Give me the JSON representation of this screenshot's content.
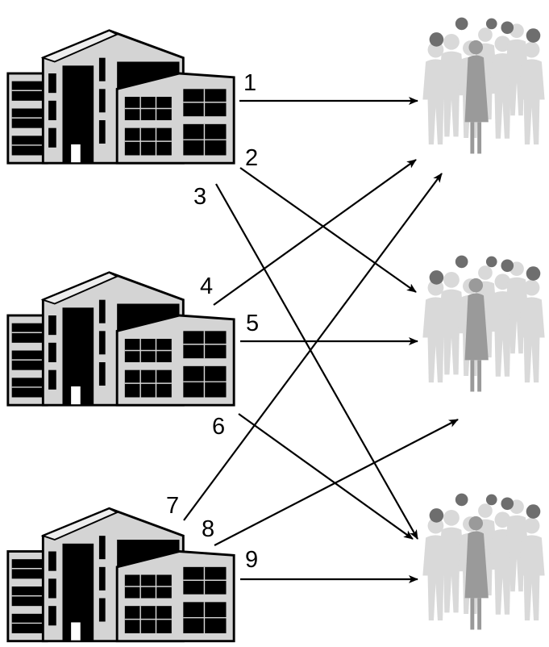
{
  "diagram": {
    "sources": [
      {
        "id": "factory-1",
        "icon": "factory-building-icon"
      },
      {
        "id": "factory-2",
        "icon": "factory-building-icon"
      },
      {
        "id": "factory-3",
        "icon": "factory-building-icon"
      }
    ],
    "destinations": [
      {
        "id": "crowd-1",
        "icon": "people-crowd-icon"
      },
      {
        "id": "crowd-2",
        "icon": "people-crowd-icon"
      },
      {
        "id": "crowd-3",
        "icon": "people-crowd-icon"
      }
    ],
    "edges": [
      {
        "label": "1",
        "from": "factory-1",
        "to": "crowd-1"
      },
      {
        "label": "2",
        "from": "factory-1",
        "to": "crowd-2"
      },
      {
        "label": "3",
        "from": "factory-1",
        "to": "crowd-3"
      },
      {
        "label": "4",
        "from": "factory-2",
        "to": "crowd-1"
      },
      {
        "label": "5",
        "from": "factory-2",
        "to": "crowd-2"
      },
      {
        "label": "6",
        "from": "factory-2",
        "to": "crowd-3"
      },
      {
        "label": "7",
        "from": "factory-3",
        "to": "crowd-1"
      },
      {
        "label": "8",
        "from": "factory-3",
        "to": "crowd-2"
      },
      {
        "label": "9",
        "from": "factory-3",
        "to": "crowd-3"
      }
    ],
    "colors": {
      "building_dark": "#000000",
      "building_light": "#d4d4d4",
      "people_light": "#d9d9d9",
      "people_dark": "#555555",
      "people_mid": "#9a9a9a",
      "arrow": "#000000"
    }
  }
}
